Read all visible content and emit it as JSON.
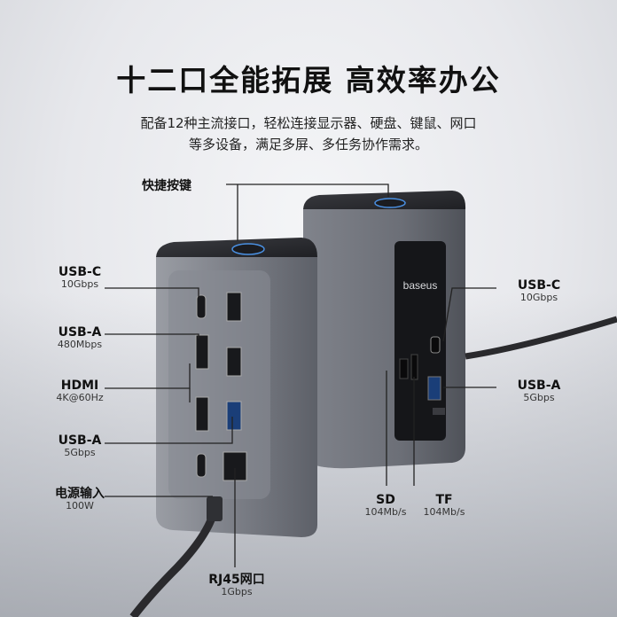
{
  "headline": "十二口全能拓展 高效率办公",
  "subtitle_line1": "配备12种主流接口，轻松连接显示器、硬盘、键鼠、网口",
  "subtitle_line2": "等多设备，满足多屏、多任务协作需求。",
  "button_label": "快捷按键",
  "brand": "baseus",
  "left_ports": [
    {
      "name": "USB-C",
      "spec": "10Gbps"
    },
    {
      "name": "USB-A",
      "spec": "480Mbps"
    },
    {
      "name": "HDMI",
      "spec": "4K@60Hz"
    },
    {
      "name": "USB-A",
      "spec": "5Gbps"
    },
    {
      "name": "电源输入",
      "spec": "100W"
    }
  ],
  "bottom_port": {
    "name": "RJ45网口",
    "spec": "1Gbps"
  },
  "right_ports": [
    {
      "name": "USB-C",
      "spec": "10Gbps"
    },
    {
      "name": "USB-A",
      "spec": "5Gbps"
    }
  ],
  "card_slots": [
    {
      "name": "SD",
      "spec": "104Mb/s"
    },
    {
      "name": "TF",
      "spec": "104Mb/s"
    }
  ],
  "colors": {
    "body": "#7d8088",
    "top": "#2b2c30",
    "accent": "#4a90e2"
  }
}
